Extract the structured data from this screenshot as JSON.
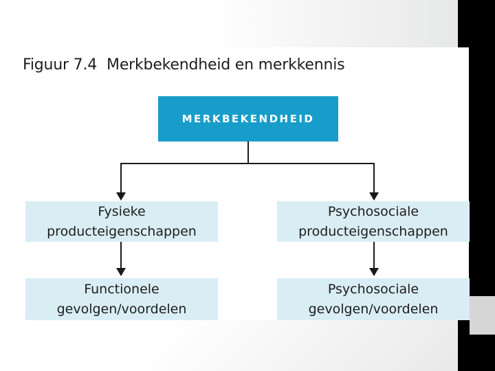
{
  "slide": {
    "title": {
      "figure_label": "Figuur 7.4",
      "figure_text": "Merkbekendheid en merkkennis"
    },
    "diagram": {
      "root": {
        "label": "MERKBEKENDHEID"
      },
      "middle_row": [
        {
          "line1": "Fysieke",
          "line2": "producteigenschappen"
        },
        {
          "line1": "Psychosociale",
          "line2": "producteigenschappen"
        }
      ],
      "bottom_row": [
        {
          "line1": "Functionele",
          "line2": "gevolgen/voordelen"
        },
        {
          "line1": "Psychosociale",
          "line2": "gevolgen/voordelen"
        }
      ]
    },
    "colors": {
      "root_box": "#189dcb",
      "node_box": "#d9edf5",
      "text": "#1d1d1b",
      "connector": "#1a1a1a",
      "side_bar": "#000000",
      "side_notch": "#d6d6d7"
    }
  }
}
